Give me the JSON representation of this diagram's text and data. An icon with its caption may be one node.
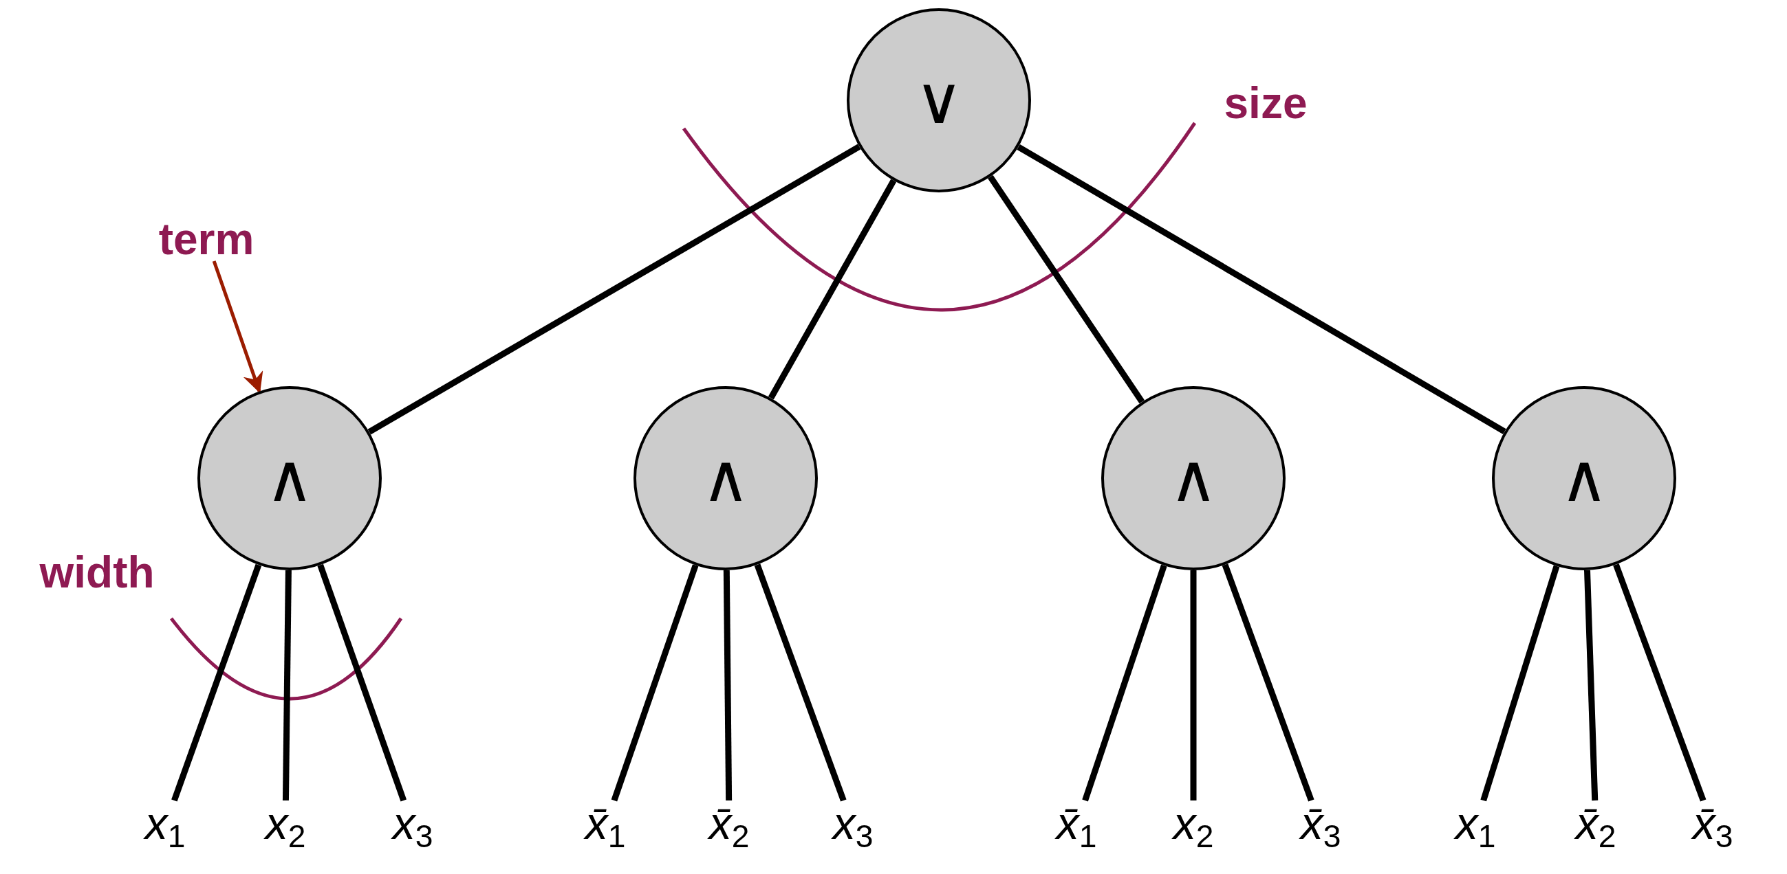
{
  "diagram": {
    "nodes": [
      {
        "text": [
          "∨"
        ]
      },
      {
        "text": [
          "term"
        ]
      },
      {
        "text": [
          "∧"
        ]
      },
      {
        "text": [
          "∧"
        ]
      },
      {
        "text": [
          "∧"
        ]
      },
      {
        "text": [
          "∧"
        ]
      },
      {
        "text": [
          "x$_{1}$"
        ]
      },
      {
        "text": [
          "x$_{2}$"
        ]
      },
      {
        "text": [
          "x$_{3}$"
        ]
      },
      {
        "text": [
          "x̄$_{1}$"
        ]
      },
      {
        "text": [
          "x̄$_{2}$"
        ]
      },
      {
        "text": [
          "x$_{3}$"
        ]
      },
      {
        "text": [
          "x̄$_{1}$"
        ]
      },
      {
        "text": [
          "x$_{2}$"
        ]
      },
      {
        "text": [
          "x̄$_{3}$"
        ]
      },
      {
        "text": [
          "x$_{1}$"
        ]
      },
      {
        "text": [
          "x̄$_{2}$"
        ]
      },
      {
        "text": [
          "x̄$_{3}$"
        ]
      }
    ],
    "edges": [
      {
        "from": 1,
        "to": 2,
        "arrow": "to",
        "color": "#9b1c00"
      },
      {
        "from": 0,
        "to": 2,
        "arrow": "none"
      },
      {
        "from": 0,
        "to": 3,
        "arrow": "none"
      },
      {
        "from": 0,
        "to": 4,
        "arrow": "none"
      },
      {
        "from": 0,
        "to": 5,
        "arrow": "none"
      },
      {
        "from": 2,
        "to": 6,
        "arrow": "none"
      },
      {
        "from": 2,
        "to": 7,
        "arrow": "none"
      },
      {
        "from": 2,
        "to": 8,
        "arrow": "none"
      },
      {
        "from": 3,
        "to": 9,
        "arrow": "none"
      },
      {
        "from": 3,
        "to": 10,
        "arrow": "none"
      },
      {
        "from": 3,
        "to": 11,
        "arrow": "none"
      },
      {
        "from": 4,
        "to": 12,
        "arrow": "none"
      },
      {
        "from": 4,
        "to": 13,
        "arrow": "none"
      },
      {
        "from": 4,
        "to": 14,
        "arrow": "none"
      },
      {
        "from": 5,
        "to": 15,
        "arrow": "none"
      },
      {
        "from": 5,
        "to": 16,
        "arrow": "none"
      },
      {
        "from": 5,
        "to": 17,
        "arrow": "none"
      }
    ],
    "labels": [
      "size",
      "width"
    ]
  }
}
